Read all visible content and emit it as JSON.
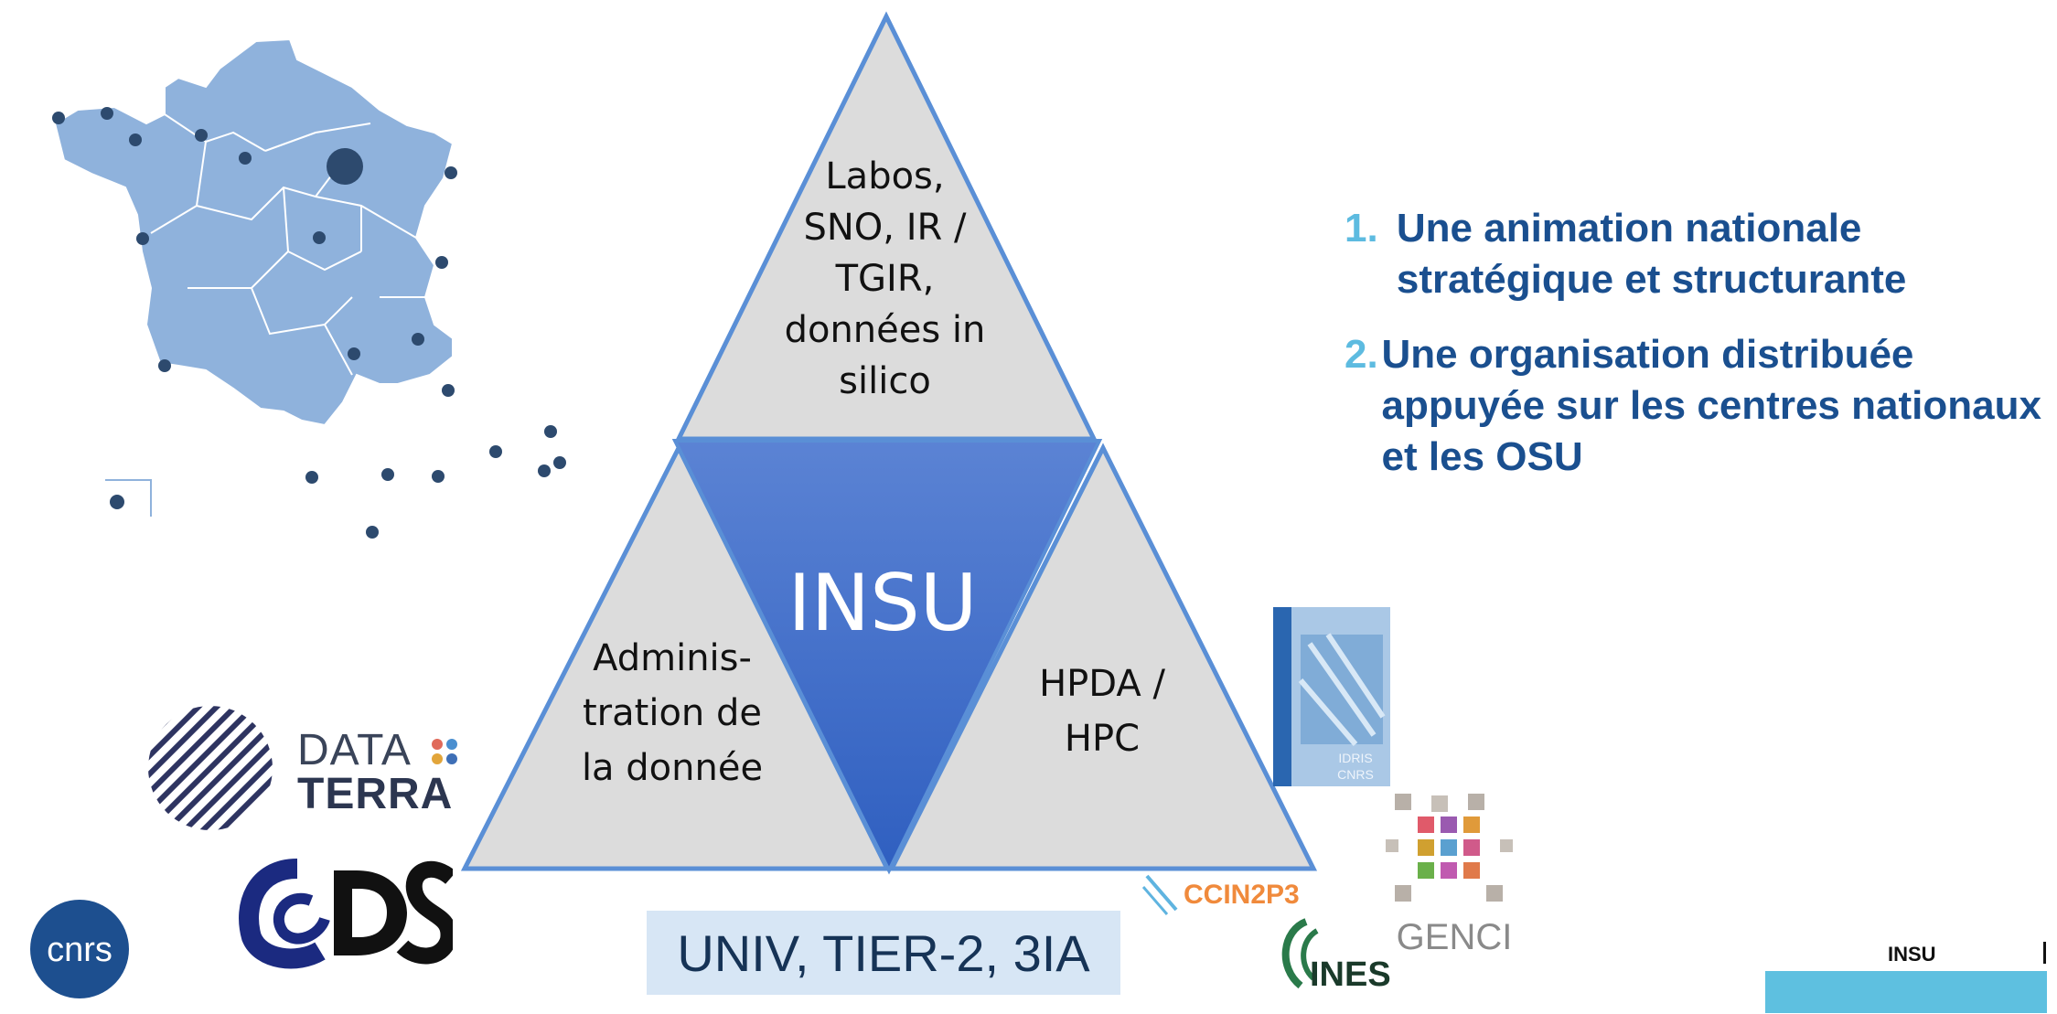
{
  "diagram": {
    "top_lines": [
      "Labos,",
      "SNO, IR /",
      "TGIR,",
      "données in",
      "silico"
    ],
    "left_lines": [
      "Adminis-",
      "tration de",
      "la donnée"
    ],
    "right_lines": [
      "HPDA /",
      "HPC"
    ],
    "center": "INSU"
  },
  "list": [
    {
      "num": "1.",
      "text": "Une animation nationale stratégique et structurante"
    },
    {
      "num": "2.",
      "text": "Une organisation distribuée appuyée sur les centres nationaux et les OSU"
    }
  ],
  "univ_box": "UNIV, TIER-2, 3IA",
  "logos": {
    "data_terra_line1": "DATA",
    "data_terra_line2": "TERRA",
    "cnrs": "cnrs",
    "cds": "CDS",
    "cc_in2p3": "CCIN2P3",
    "ines": "INES",
    "genci": "GENCI",
    "idris_line1": "IDRIS",
    "idris_line2": "CNRS"
  },
  "corner_label": "INSU",
  "colors": {
    "accent_blue": "#3d6fcf",
    "title_navy": "#1a4f8f",
    "number_cyan": "#5dbbe0",
    "map_blue": "#8fb2dc",
    "triangle_gray": "#dcdcdc"
  }
}
